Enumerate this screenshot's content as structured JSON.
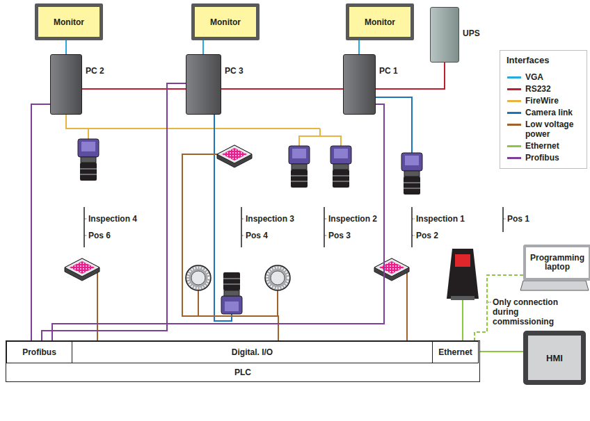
{
  "diagram": {
    "nodes": [
      {
        "text": [
          "Monitor"
        ]
      },
      {
        "text": [
          "Monitor"
        ]
      },
      {
        "text": [
          "Monitor"
        ]
      },
      {
        "text": [
          "PC 2"
        ]
      },
      {
        "text": [
          "PC 3"
        ]
      },
      {
        "text": [
          "PC 1"
        ]
      },
      {
        "text": [
          "UPS"
        ]
      },
      {
        "text": [
          "Programming laptop"
        ]
      },
      {
        "text": [
          "HMI"
        ]
      },
      {
        "text": [
          "PLC"
        ]
      },
      {
        "text": [
          "Profibus"
        ],
        "in": 9
      },
      {
        "text": [
          "Digital. I/O"
        ],
        "in": 9
      },
      {
        "text": [
          "Ethernet"
        ],
        "in": 9
      }
    ],
    "edges": [
      {
        "from": 0,
        "to": 3,
        "arrow": "none"
      },
      {
        "from": 1,
        "to": 4,
        "arrow": "none"
      },
      {
        "from": 2,
        "to": 5,
        "arrow": "none"
      },
      {
        "from": 3,
        "to": 4,
        "arrow": "none"
      },
      {
        "from": 4,
        "to": 5,
        "arrow": "none"
      },
      {
        "from": 5,
        "to": 6,
        "arrow": "none"
      },
      {
        "from": 3,
        "to": 10,
        "arrow": "none"
      },
      {
        "from": 4,
        "to": 10,
        "arrow": "none"
      },
      {
        "from": 5,
        "to": 10,
        "arrow": "none"
      },
      {
        "from": 12,
        "to": 8,
        "arrow": "none"
      },
      {
        "from": 7,
        "to": 12,
        "arrow": "none"
      }
    ],
    "labels": [
      "Interfaces",
      "Inspection 4",
      "Pos 6",
      "Inspection 3",
      "Pos 4",
      "Inspection 2",
      "Pos 3",
      "Inspection 1",
      "Pos 2",
      "Pos 1",
      "Only connection during commissioning"
    ],
    "legend": [
      {
        "text": "VGA",
        "color": "#2ba8e0"
      },
      {
        "text": "RS232",
        "color": "#be1e2d"
      },
      {
        "text": "FireWire",
        "color": "#e8b33f"
      },
      {
        "text": "Camera link",
        "color": "#1b75bb"
      },
      {
        "text": "Low voltage power",
        "color": "#a0612b"
      },
      {
        "text": "Ethernet",
        "color": "#8dc63f"
      },
      {
        "text": "Profibus",
        "color": "#7e3f98"
      }
    ]
  }
}
